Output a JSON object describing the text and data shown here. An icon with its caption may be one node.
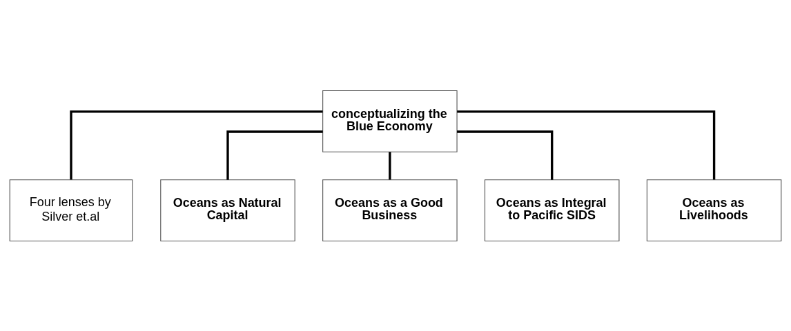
{
  "diagram": {
    "nodes": [
      {
        "text": [
          "conceptualizing the Blue Economy"
        ]
      },
      {
        "text": [
          "Four lenses by Silver et.al"
        ]
      },
      {
        "text": [
          "Oceans as Natural Capital"
        ]
      },
      {
        "text": [
          "Oceans as a Good Business"
        ]
      },
      {
        "text": [
          "Oceans as Integral to Pacific SIDS"
        ]
      },
      {
        "text": [
          "Oceans as Livelihoods"
        ]
      }
    ],
    "edges": [
      {
        "from": 0,
        "to": 1,
        "arrow": "none"
      },
      {
        "from": 0,
        "to": 2,
        "arrow": "none"
      },
      {
        "from": 0,
        "to": 3,
        "arrow": "none"
      },
      {
        "from": 0,
        "to": 4,
        "arrow": "none"
      },
      {
        "from": 0,
        "to": 5,
        "arrow": "none"
      }
    ]
  }
}
